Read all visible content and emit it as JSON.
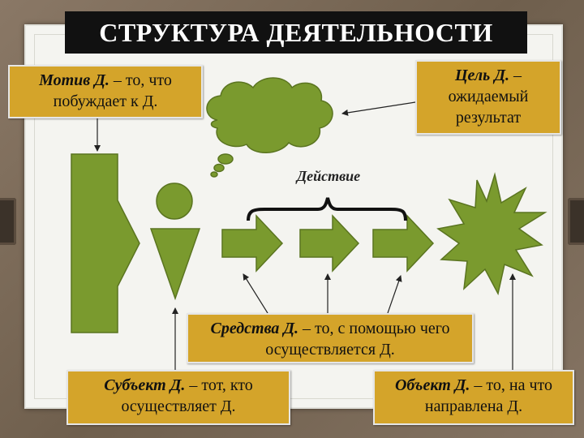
{
  "title": "СТРУКТУРА  ДЕЯТЕЛЬНОСТИ",
  "action_label": "Действие",
  "motive": {
    "term": "Мотив Д.",
    "text": " – то, что побуждает к Д."
  },
  "goal": {
    "term": "Цель Д.",
    "text": " – ожидаемый результат"
  },
  "means": {
    "term": "Средства Д.",
    "text": " – то, с помощью чего осуществляется Д."
  },
  "subject": {
    "term": "Субъект Д.",
    "text": " – тот, кто осуществляет Д."
  },
  "object": {
    "term": "Объект Д.",
    "text": " – то, на что направлена Д."
  },
  "colors": {
    "shape_fill": "#7a9a2e",
    "shape_stroke": "#5a7420",
    "box_fill": "#d4a42a"
  }
}
